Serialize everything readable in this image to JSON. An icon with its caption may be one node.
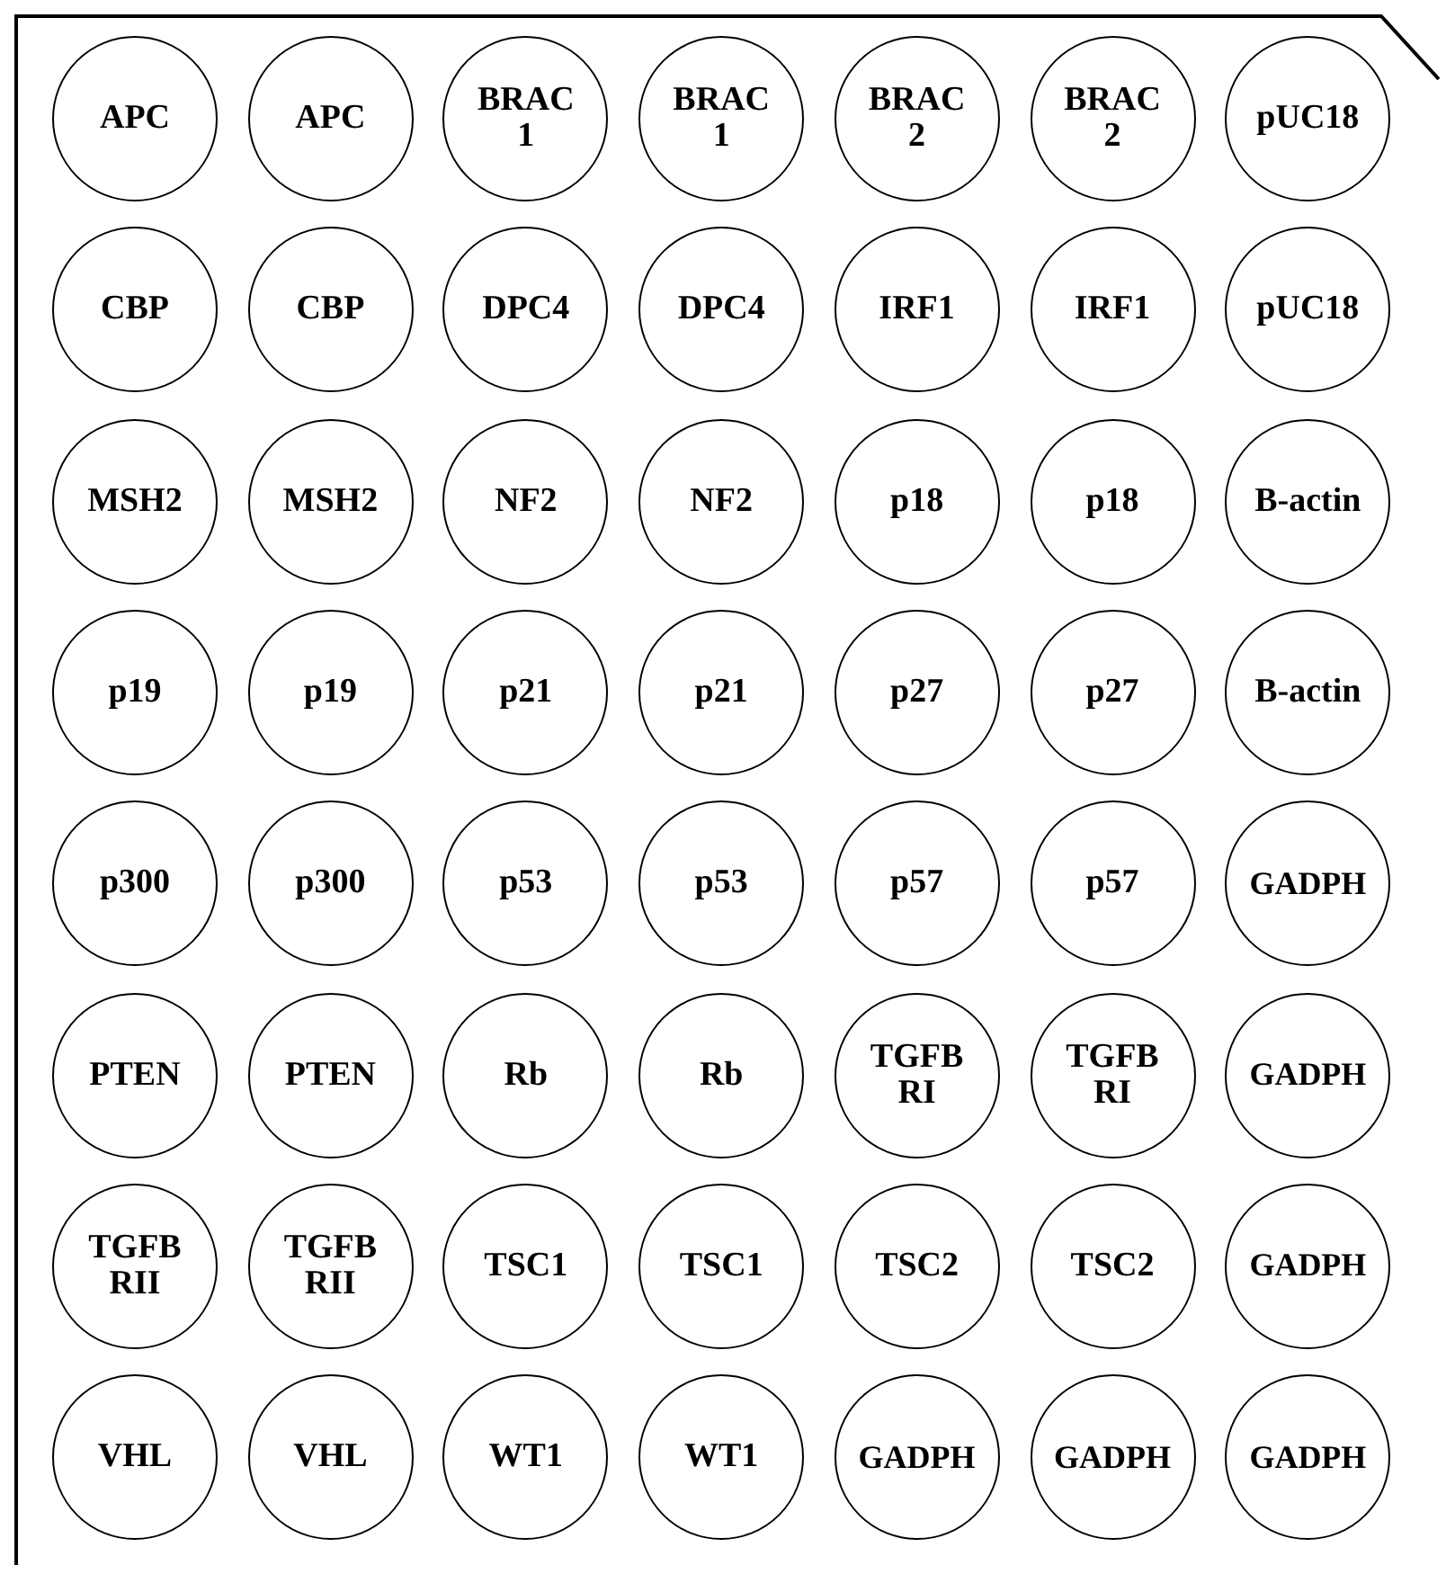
{
  "diagram": {
    "nodes": [
      {
        "text": [],
        "shape": "box"
      },
      {
        "text": [
          "APC"
        ],
        "in": 0
      },
      {
        "text": [
          "APC"
        ],
        "in": 0
      },
      {
        "text": [
          "BRAC 1"
        ],
        "in": 0
      },
      {
        "text": [
          "BRAC 1"
        ],
        "in": 0
      },
      {
        "text": [
          "BRAC 2"
        ],
        "in": 0
      },
      {
        "text": [
          "BRAC 2"
        ],
        "in": 0
      },
      {
        "text": [
          "pUC18"
        ],
        "in": 0
      },
      {
        "text": [
          "CBP"
        ],
        "in": 0
      },
      {
        "text": [
          "CBP"
        ],
        "in": 0
      },
      {
        "text": [
          "DPC4"
        ],
        "in": 0
      },
      {
        "text": [
          "DPC4"
        ],
        "in": 0
      },
      {
        "text": [
          "IRF1"
        ],
        "in": 0
      },
      {
        "text": [
          "IRF1"
        ],
        "in": 0
      },
      {
        "text": [
          "pUC18"
        ],
        "in": 0
      },
      {
        "text": [
          "MSH2"
        ],
        "in": 0
      },
      {
        "text": [
          "MSH2"
        ],
        "in": 0
      },
      {
        "text": [
          "NF2"
        ],
        "in": 0
      },
      {
        "text": [
          "NF2"
        ],
        "in": 0
      },
      {
        "text": [
          "p18"
        ],
        "in": 0
      },
      {
        "text": [
          "p18"
        ],
        "in": 0
      },
      {
        "text": [
          "B-actin"
        ],
        "in": 0
      },
      {
        "text": [
          "p19"
        ],
        "in": 0
      },
      {
        "text": [
          "p19"
        ],
        "in": 0
      },
      {
        "text": [
          "p21"
        ],
        "in": 0
      },
      {
        "text": [
          "p21"
        ],
        "in": 0
      },
      {
        "text": [
          "p27"
        ],
        "in": 0
      },
      {
        "text": [
          "p27"
        ],
        "in": 0
      },
      {
        "text": [
          "B-actin"
        ],
        "in": 0
      },
      {
        "text": [
          "p300"
        ],
        "in": 0
      },
      {
        "text": [
          "p300"
        ],
        "in": 0
      },
      {
        "text": [
          "p53"
        ],
        "in": 0
      },
      {
        "text": [
          "p53"
        ],
        "in": 0
      },
      {
        "text": [
          "p57"
        ],
        "in": 0
      },
      {
        "text": [
          "p57"
        ],
        "in": 0
      },
      {
        "text": [
          "GADPH"
        ],
        "in": 0
      },
      {
        "text": [
          "PTEN"
        ],
        "in": 0
      },
      {
        "text": [
          "PTEN"
        ],
        "in": 0
      },
      {
        "text": [
          "Rb"
        ],
        "in": 0
      },
      {
        "text": [
          "Rb"
        ],
        "in": 0
      },
      {
        "text": [
          "TGFB RI"
        ],
        "in": 0
      },
      {
        "text": [
          "TGFB RI"
        ],
        "in": 0
      },
      {
        "text": [
          "GADPH"
        ],
        "in": 0
      },
      {
        "text": [
          "TGFB RII"
        ],
        "in": 0
      },
      {
        "text": [
          "TGFB RII"
        ],
        "in": 0
      },
      {
        "text": [
          "TSC1"
        ],
        "in": 0
      },
      {
        "text": [
          "TSC1"
        ],
        "in": 0
      },
      {
        "text": [
          "TSC2"
        ],
        "in": 0
      },
      {
        "text": [
          "TSC2"
        ],
        "in": 0
      },
      {
        "text": [
          "GADPH"
        ],
        "in": 0
      },
      {
        "text": [
          "VHL"
        ],
        "in": 0
      },
      {
        "text": [
          "VHL"
        ],
        "in": 0
      },
      {
        "text": [
          "WT1"
        ],
        "in": 0
      },
      {
        "text": [
          "WT1"
        ],
        "in": 0
      },
      {
        "text": [
          "GADPH"
        ],
        "in": 0
      },
      {
        "text": [
          "GADPH"
        ],
        "in": 0
      },
      {
        "text": [
          "GADPH"
        ],
        "in": 0
      }
    ]
  }
}
